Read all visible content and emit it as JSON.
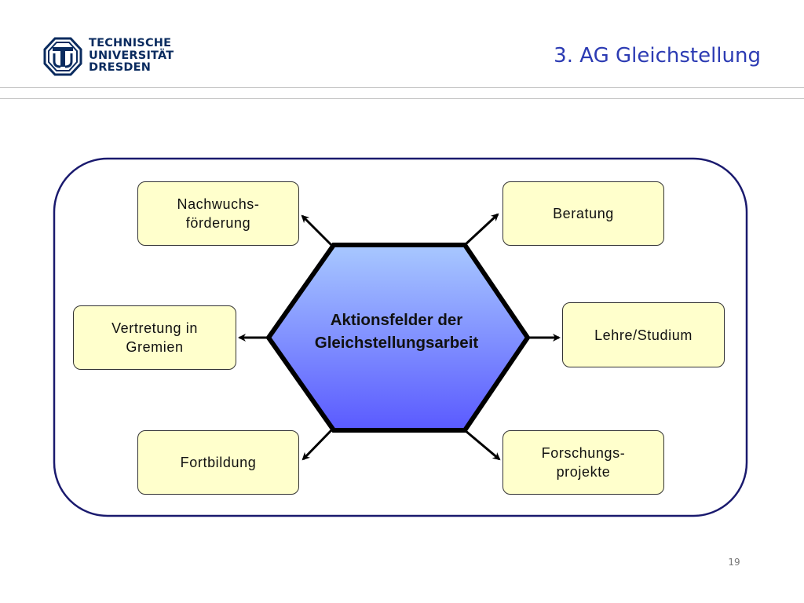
{
  "header": {
    "logo": {
      "icon": "tu-dresden-logo-icon",
      "line1": "TECHNISCHE",
      "line2": "UNIVERSITÄT",
      "line3": "DRESDEN"
    },
    "title": "3. AG Gleichstellung"
  },
  "diagram": {
    "center": "Aktionsfelder der\nGleichstellungsarbeit",
    "nodes": {
      "top_left": "Nachwuchs-\nförderung",
      "top_right": "Beratung",
      "middle_left": "Vertretung in\nGremien",
      "middle_right": "Lehre/Studium",
      "bottom_left": "Fortbildung",
      "bottom_right": "Forschungs-\nprojekte"
    },
    "colors": {
      "frame": "#1a1a6e",
      "box_fill": "#ffffcc",
      "hex_fill_top": "#a8c8ff",
      "hex_fill_bottom": "#5a5aff",
      "title": "#2c3bb3"
    }
  },
  "footer": {
    "page_number": "19"
  }
}
